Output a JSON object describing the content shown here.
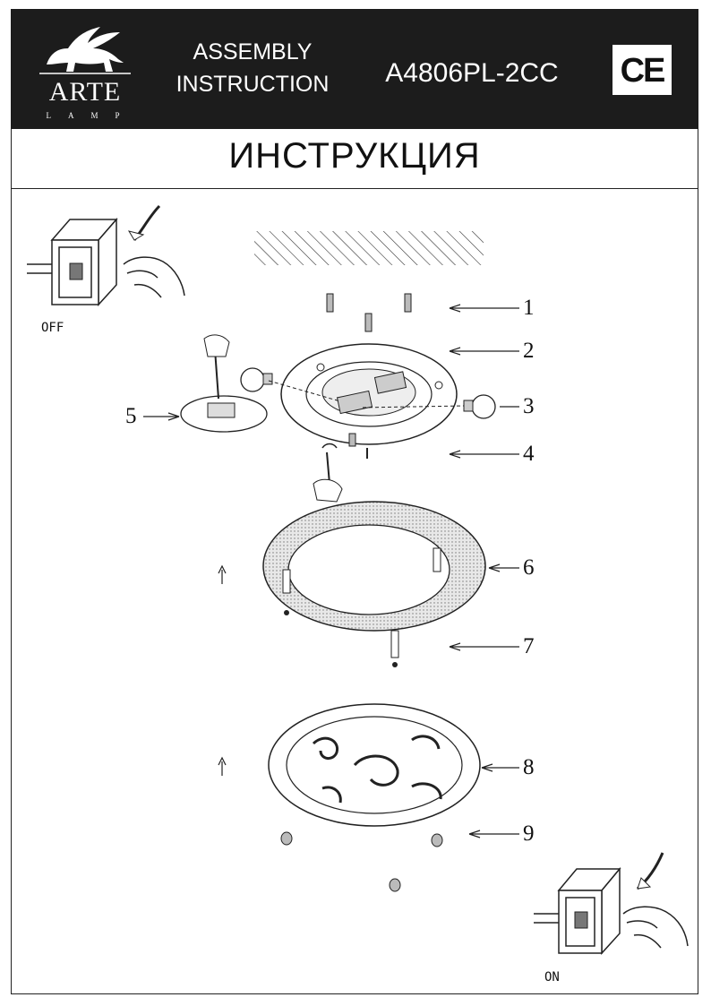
{
  "header": {
    "logo_text": "ARTE",
    "logo_subtext": "LAMP",
    "doc_type_line1": "ASSEMBLY",
    "doc_type_line2": "INSTRUCTION",
    "model": "A4806PL-2CC",
    "cert_mark": "CE"
  },
  "title": "ИНСТРУКЦИЯ",
  "switch_off_label": "OFF",
  "switch_on_label": "ON",
  "callouts": [
    "1",
    "2",
    "3",
    "4",
    "5",
    "6",
    "7",
    "8",
    "9"
  ]
}
